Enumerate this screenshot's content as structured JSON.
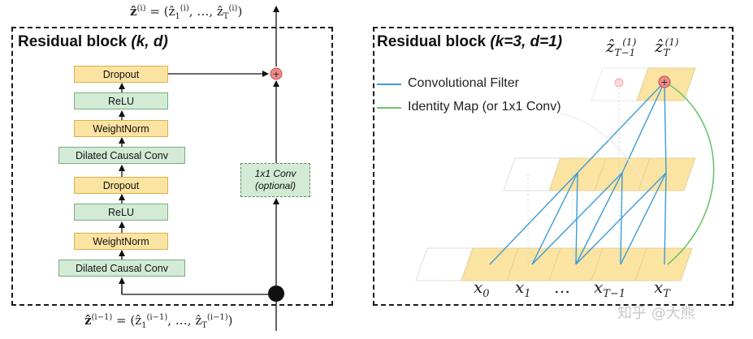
{
  "left_panel": {
    "title": "Residual block",
    "title_params": "(k, d)",
    "output_label": "ẑ(i) = (ẑ1(i), …, ẑT(i))",
    "input_label": "ẑ(i−1) = (ẑ1(i−1), …, ẑT(i−1))",
    "layers": [
      {
        "label": "Dropout",
        "color": "yellow"
      },
      {
        "label": "ReLU",
        "color": "green"
      },
      {
        "label": "WeightNorm",
        "color": "yellow"
      },
      {
        "label": "Dilated Causal Conv",
        "color": "green"
      },
      {
        "label": "Dropout",
        "color": "yellow"
      },
      {
        "label": "ReLU",
        "color": "green"
      },
      {
        "label": "WeightNorm",
        "color": "yellow"
      },
      {
        "label": "Dilated Causal Conv",
        "color": "green"
      }
    ],
    "skip_box": {
      "line1": "1x1 Conv",
      "line2": "(optional)"
    },
    "add_symbol": "+"
  },
  "right_panel": {
    "title": "Residual block",
    "title_params": "(k=3, d=1)",
    "legend": [
      {
        "label": "Convolutional Filter",
        "color": "#3b9bd9"
      },
      {
        "label": "Identity Map (or 1x1 Conv)",
        "color": "#6cc46a"
      }
    ],
    "top_labels": [
      "ẑ",
      "ẑ"
    ],
    "top_subs": [
      "T−1",
      "T"
    ],
    "top_sups": [
      "(1)",
      "(1)"
    ],
    "x_labels": [
      {
        "base": "x",
        "sub": "0"
      },
      {
        "base": "x",
        "sub": "1"
      },
      {
        "base": "…",
        "sub": ""
      },
      {
        "base": "x",
        "sub": "T−1"
      },
      {
        "base": "x",
        "sub": "T"
      }
    ],
    "add_symbol": "+"
  },
  "watermark": "知乎 @大熊",
  "colors": {
    "yellow_fill": "#fbe3a2",
    "green_fill": "#d3ebd5",
    "blue_line": "#3b9bd9",
    "green_line": "#6cc46a",
    "add_node": "#f08a8a"
  }
}
